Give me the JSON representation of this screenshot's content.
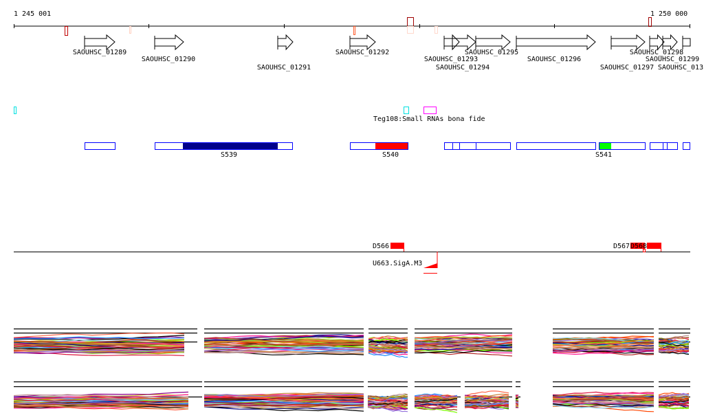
{
  "ruler": {
    "start_label": "1 245 001",
    "end_label": "1 250 000"
  },
  "genes": [
    {
      "id": "SAOUHSC_01289"
    },
    {
      "id": "SAOUHSC_01290"
    },
    {
      "id": "SAOUHSC_01291"
    },
    {
      "id": "SAOUHSC_01292"
    },
    {
      "id": "SAOUHSC_01293"
    },
    {
      "id": "SAOUHSC_01294"
    },
    {
      "id": "SAOUHSC_01295"
    },
    {
      "id": "SAOUHSC_01296"
    },
    {
      "id": "SAOUHSC_01297"
    },
    {
      "id": "SAOUHSC_01298"
    },
    {
      "id": "SAOUHSC_01299"
    },
    {
      "id": "SAOUHSC_013"
    }
  ],
  "small_rna": {
    "label": "Teg108:Small RNAs bona fide"
  },
  "segments": {
    "s539": "S539",
    "s540": "S540",
    "s541": "S541"
  },
  "colors": {
    "navy": "#00008b",
    "red": "#ff0000",
    "green": "#00ff00",
    "blue_outline": "#0000ff",
    "cyan": "#00ffff",
    "magenta": "#ff00ff"
  },
  "features": {
    "d566": "D566",
    "d567": "D567",
    "d568": "D568",
    "u663": "U663.SigA.M3"
  }
}
